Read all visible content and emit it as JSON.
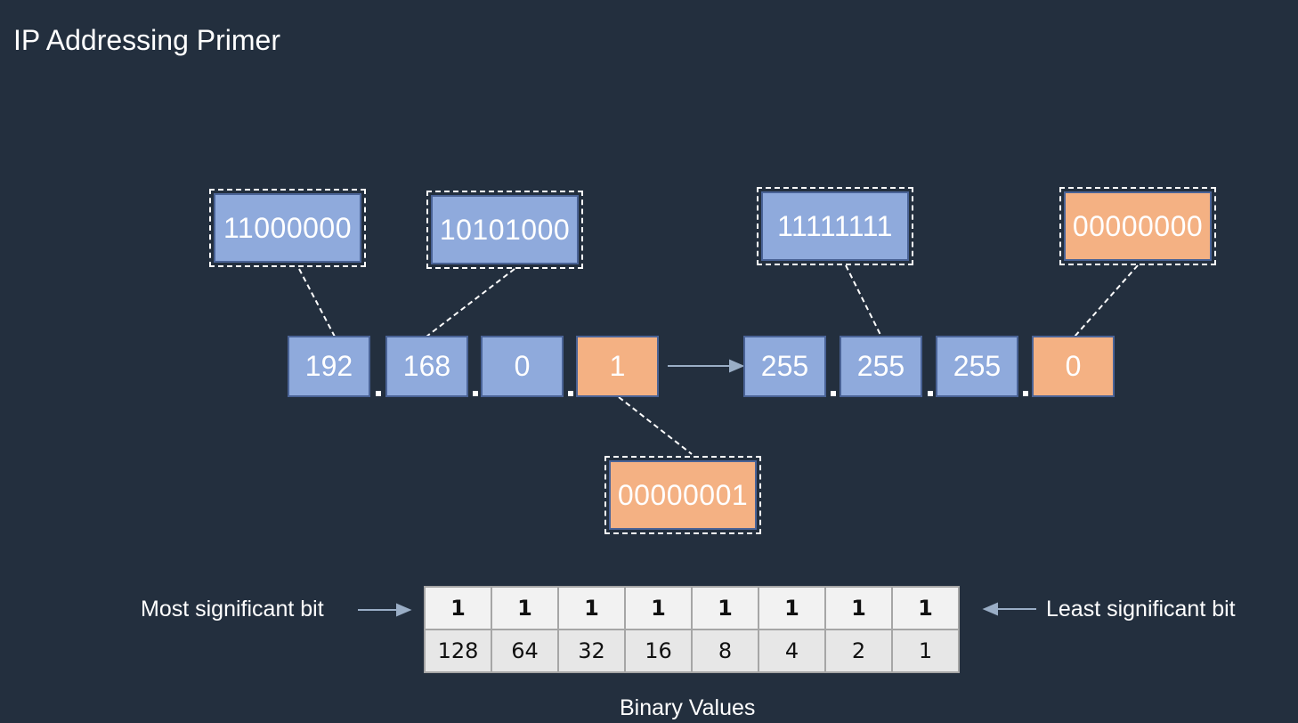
{
  "title": "IP Addressing Primer",
  "ip_address": {
    "octets": [
      {
        "decimal": "192",
        "binary": "11000000",
        "role": "network"
      },
      {
        "decimal": "168",
        "binary": "10101000",
        "role": "network"
      },
      {
        "decimal": "0",
        "role": "network"
      },
      {
        "decimal": "1",
        "binary": "00000001",
        "role": "host"
      }
    ]
  },
  "subnet_mask": {
    "octets": [
      {
        "decimal": "255",
        "binary": "11111111",
        "role": "network"
      },
      {
        "decimal": "255",
        "role": "network"
      },
      {
        "decimal": "255",
        "role": "network"
      },
      {
        "decimal": "0",
        "binary": "00000000",
        "role": "host"
      }
    ]
  },
  "colors": {
    "background": "#232f3e",
    "network_fill": "#8faadc",
    "host_fill": "#f4b183",
    "box_border": "#4a6396",
    "connector": "#ffffff",
    "arrow": "#9aaec6"
  },
  "bit_table": {
    "bits": [
      "1",
      "1",
      "1",
      "1",
      "1",
      "1",
      "1",
      "1"
    ],
    "values": [
      "128",
      "64",
      "32",
      "16",
      "8",
      "4",
      "2",
      "1"
    ],
    "caption": "Binary Values",
    "msb_label": "Most significant bit",
    "lsb_label": "Least significant bit"
  }
}
